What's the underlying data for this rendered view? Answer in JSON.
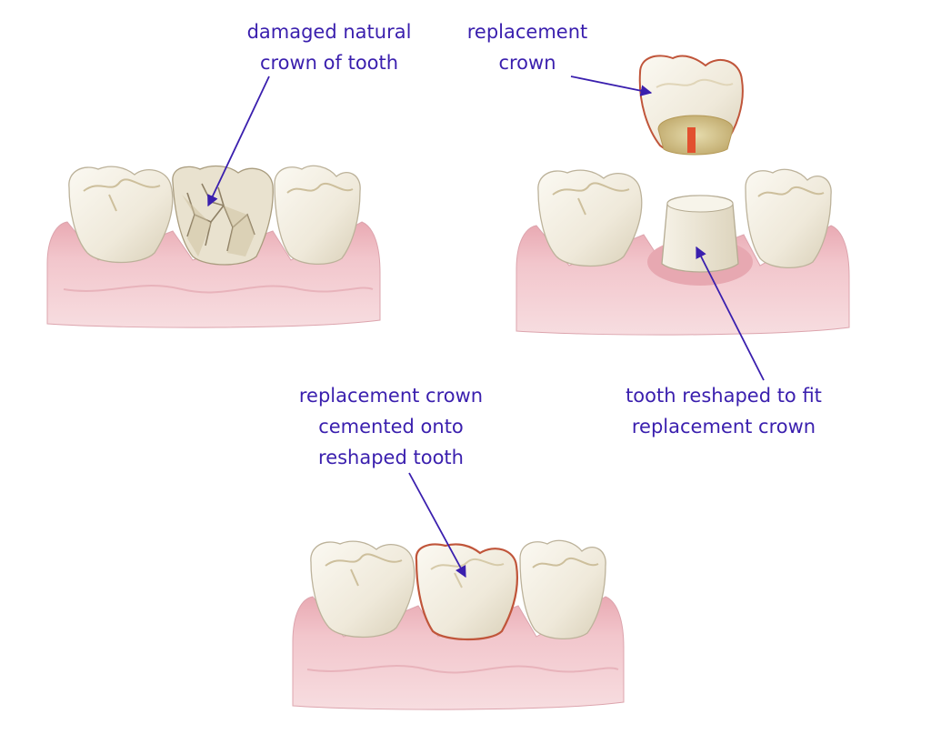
{
  "labels": {
    "damaged": [
      "damaged natural",
      "crown of tooth"
    ],
    "replacement": [
      "replacement",
      "crown"
    ],
    "reshaped": [
      "tooth reshaped to fit",
      "replacement crown"
    ],
    "cemented": [
      "replacement crown",
      "cemented onto",
      "reshaped tooth"
    ]
  },
  "colors": {
    "label_text": "#3a1fae",
    "arrow": "#3a1fae",
    "gum": "#efc0c6",
    "gum_shadow": "#dea0aa",
    "enamel": "#f3efe3",
    "enamel_shade": "#ddd5bf",
    "crown_outline": "#c0553a",
    "post": "#e2502f"
  }
}
